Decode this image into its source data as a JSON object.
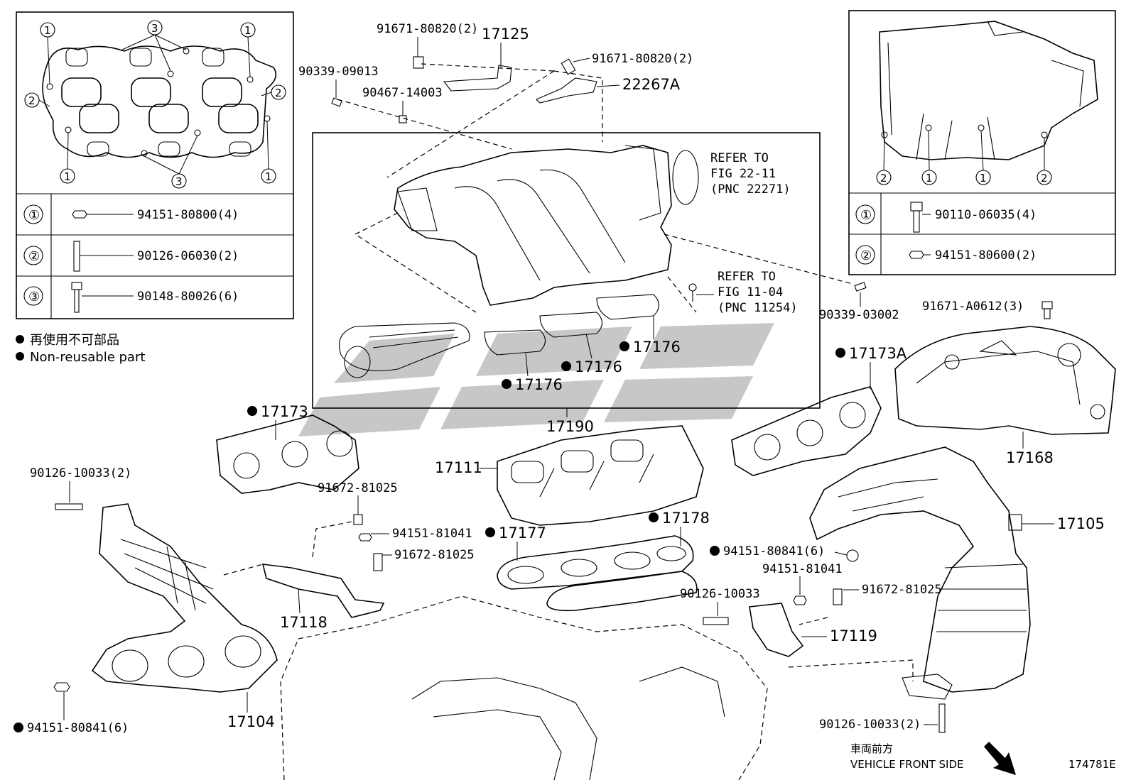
{
  "legend_left": {
    "rows": [
      {
        "marker": "①",
        "part": "94151-80800(4)"
      },
      {
        "marker": "②",
        "part": "90126-06030(2)"
      },
      {
        "marker": "③",
        "part": "90148-80026(6)"
      }
    ]
  },
  "legend_right": {
    "rows": [
      {
        "marker": "①",
        "part": "90110-06035(4)"
      },
      {
        "marker": "②",
        "part": "94151-80600(2)"
      }
    ]
  },
  "notes": {
    "jp": "再使用不可部品",
    "en": "Non-reusable part"
  },
  "refs": {
    "ref1": [
      "REFER TO",
      "FIG 22-11",
      "(PNC 22271)"
    ],
    "ref2": [
      "REFER TO",
      "FIG 11-04",
      "(PNC 11254)"
    ]
  },
  "labels": {
    "p91671_80820_a": "91671-80820(2)",
    "p17125": "17125",
    "p91671_80820_b": "91671-80820(2)",
    "p22267A": "22267A",
    "p90339_09013": "90339-09013",
    "p90467_14003": "90467-14003",
    "p90339_03002": "90339-03002",
    "p91671_A0612": "91671-A0612(3)",
    "p17176_a": "17176",
    "p17176_b": "17176",
    "p17176_c": "17176",
    "p17190": "17190",
    "p17173": "17173",
    "p17173A": "17173A",
    "p17168": "17168",
    "p17111": "17111",
    "p90126_10033_l": "90126-10033(2)",
    "p91672_81025_a": "91672-81025",
    "p94151_81041_a": "94151-81041",
    "p91672_81025_b": "91672-81025",
    "p17177": "17177",
    "p17178": "17178",
    "p17105": "17105",
    "p94151_80841_r": "94151-80841(6)",
    "p94151_81041_b": "94151-81041",
    "p91672_81025_c": "91672-81025",
    "p90126_10033_m": "90126-10033",
    "p17118": "17118",
    "p17119": "17119",
    "p17104": "17104",
    "p94151_80841_l": "94151-80841(6)",
    "p90126_10033_r": "90126-10033(2)"
  },
  "left_box_callouts": [
    "1",
    "3",
    "1",
    "2",
    "2",
    "1",
    "3",
    "1"
  ],
  "right_box_callouts": [
    "2",
    "1",
    "1",
    "2"
  ],
  "vehicle": {
    "jp": "車両前方",
    "en": "VEHICLE FRONT SIDE"
  },
  "figure_id": "174781E"
}
